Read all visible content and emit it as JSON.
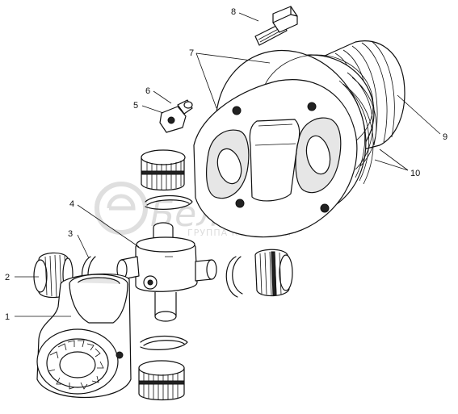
{
  "watermark": {
    "brand": "Белагро",
    "subtitle": "ГРУППА КОМПАНИЙ"
  },
  "callouts": [
    {
      "id": "1",
      "text": "1"
    },
    {
      "id": "2",
      "text": "2"
    },
    {
      "id": "3",
      "text": "3"
    },
    {
      "id": "4",
      "text": "4"
    },
    {
      "id": "5",
      "text": "5"
    },
    {
      "id": "6",
      "text": "6"
    },
    {
      "id": "7",
      "text": "7"
    },
    {
      "id": "8",
      "text": "8"
    },
    {
      "id": "9",
      "text": "9"
    },
    {
      "id": "10",
      "text": "10"
    }
  ],
  "colors": {
    "ink": "#111111",
    "paper": "#ffffff",
    "watermark": "#d9d9d9"
  }
}
